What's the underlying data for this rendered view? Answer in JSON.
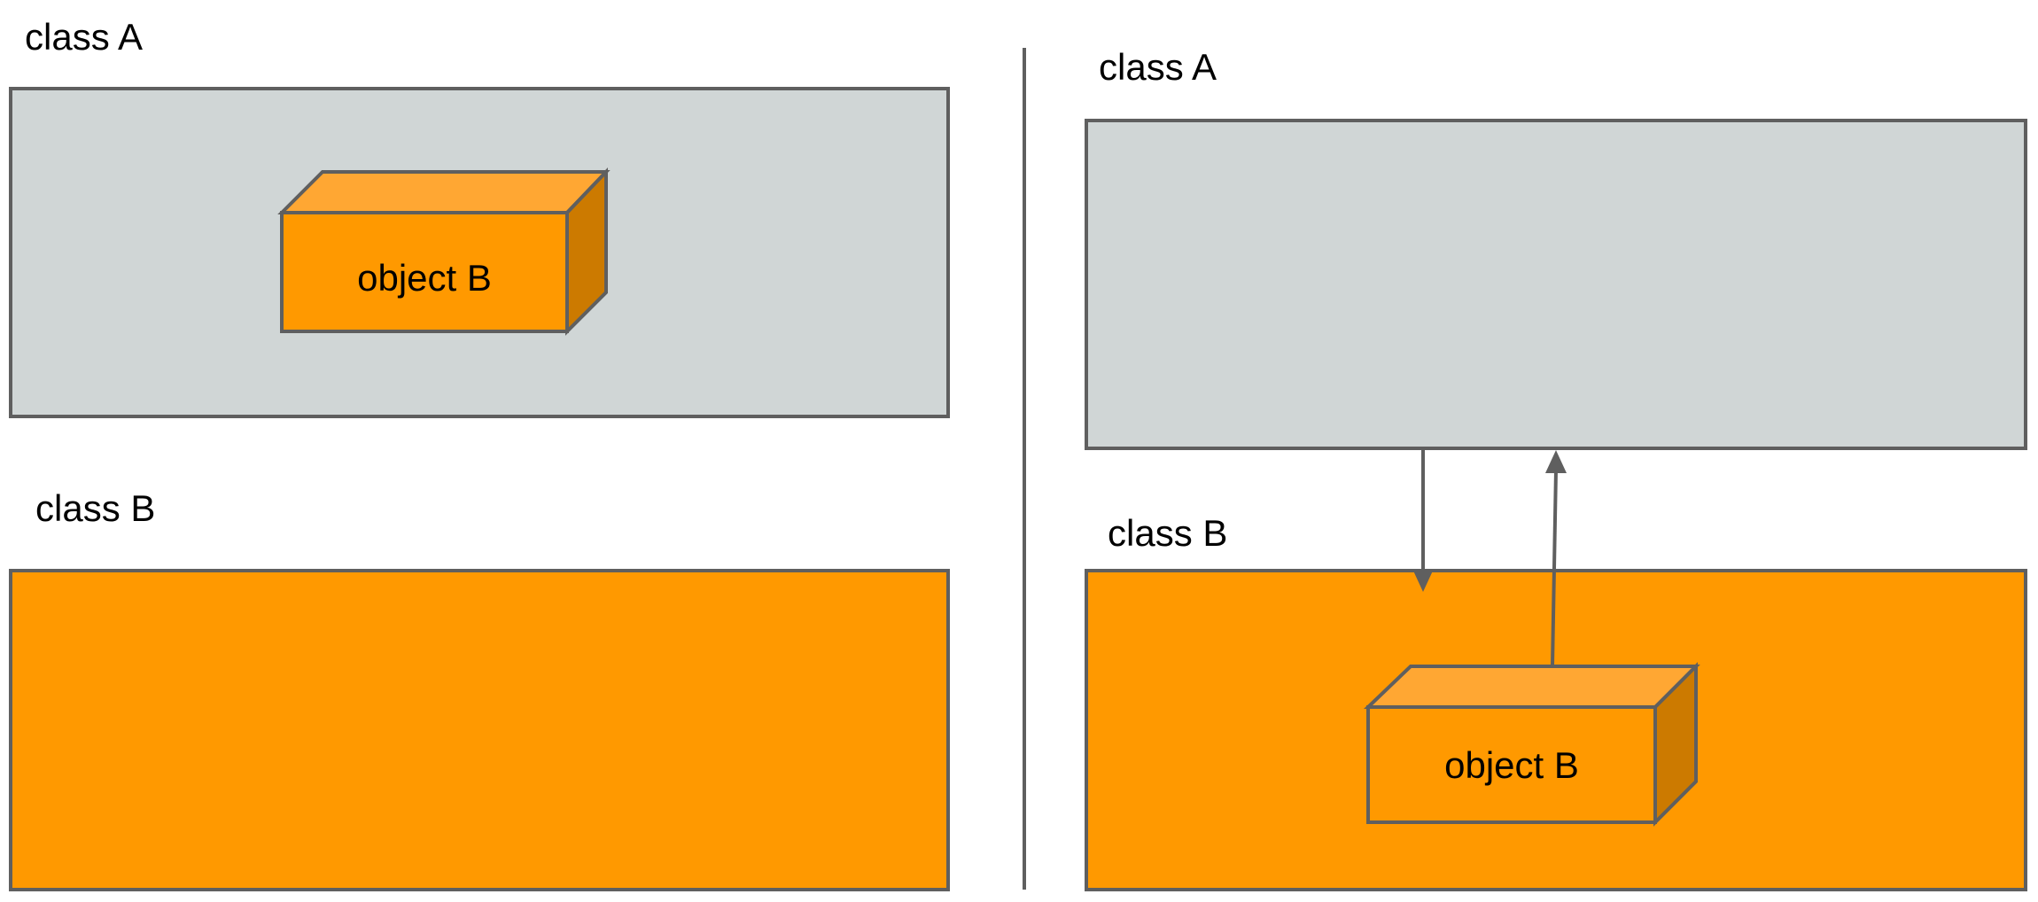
{
  "colors": {
    "class_a_fill": "#d0d6d6",
    "class_b_fill": "#ff9900",
    "box_front": "#ff9900",
    "box_top": "#ffa733",
    "box_side": "#cc7a00",
    "border": "#5f5f5f",
    "divider": "#5f5f5f",
    "text": "#000000"
  },
  "left_panel": {
    "class_a_label": "class A",
    "class_b_label": "class B",
    "object_label": "object B"
  },
  "right_panel": {
    "class_a_label": "class A",
    "class_b_label": "class B",
    "object_label": "object B",
    "arrows": [
      {
        "name": "class-a-to-class-b-arrow",
        "direction": "down"
      },
      {
        "name": "object-b-to-class-a-arrow",
        "direction": "up"
      }
    ]
  }
}
